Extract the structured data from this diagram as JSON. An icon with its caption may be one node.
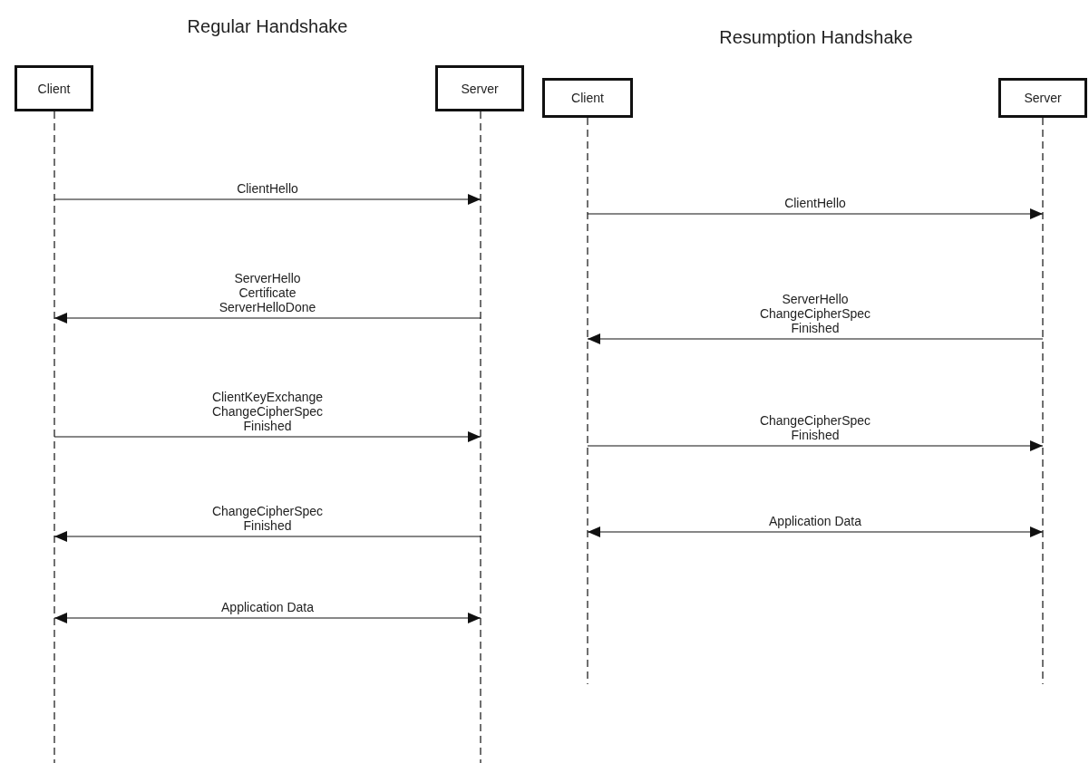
{
  "diagram": {
    "nodes": [
      {
        "text": [
          "Client"
        ]
      },
      {
        "text": [
          "Server"
        ]
      },
      {
        "text": [
          "Client"
        ]
      },
      {
        "text": [
          "Server"
        ]
      }
    ],
    "edges": [
      {
        "from": 0,
        "to": 1,
        "arrow": "to",
        "label": "ClientHello"
      },
      {
        "from": 1,
        "to": 0,
        "arrow": "to",
        "label": "ServerHello Certificate ServerHelloDone"
      },
      {
        "from": 0,
        "to": 1,
        "arrow": "to",
        "label": "ClientKeyExchange ChangeCipherSpec Finished"
      },
      {
        "from": 1,
        "to": 0,
        "arrow": "to",
        "label": "ChangeCipherSpec Finished"
      },
      {
        "from": 0,
        "to": 1,
        "arrow": "both",
        "label": "Application Data"
      },
      {
        "from": 2,
        "to": 3,
        "arrow": "to",
        "label": "ClientHello"
      },
      {
        "from": 3,
        "to": 2,
        "arrow": "to",
        "label": "ServerHello ChangeCipherSpec Finished"
      },
      {
        "from": 2,
        "to": 3,
        "arrow": "to",
        "label": "ChangeCipherSpec Finished"
      },
      {
        "from": 2,
        "to": 3,
        "arrow": "both",
        "label": "Application Data"
      }
    ],
    "labels": [
      "Regular Handshake",
      "Resumption Handshake"
    ]
  }
}
